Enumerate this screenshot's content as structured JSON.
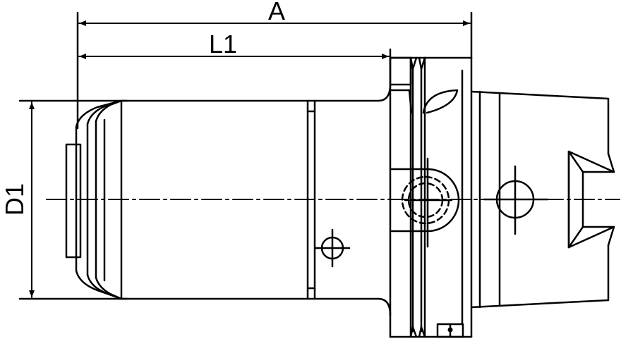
{
  "dimensions": {
    "overall_length_label": "A",
    "length_l1_label": "L1",
    "diameter_d1_label": "D1"
  },
  "colors": {
    "line": "#000000",
    "background": "#ffffff"
  }
}
